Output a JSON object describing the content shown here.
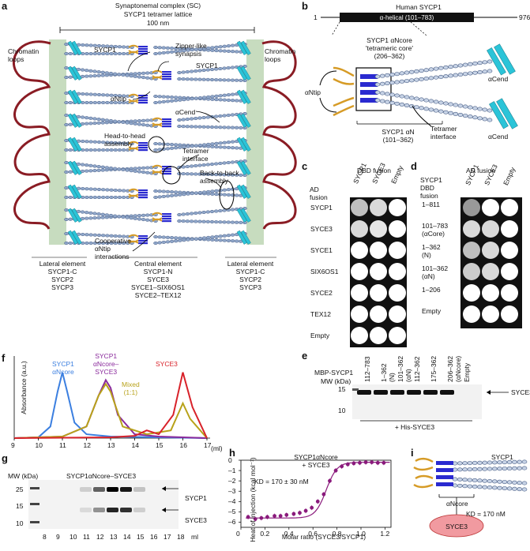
{
  "panels": {
    "a": "a",
    "b": "b",
    "c": "c",
    "d": "d",
    "e": "e",
    "f": "f",
    "g": "g",
    "h": "h",
    "i": "i"
  },
  "a": {
    "title1": "Synaptonemal complex (SC)",
    "title2": "SYCP1 tetramer lattice",
    "scale": "100 nm",
    "chromatin_left": "Chromatin\nloops",
    "chromatin_right": "Chromatin\nloops",
    "sycp1_a": "SYCP1",
    "sycp1_b": "SYCP1",
    "zipper": "Zipper-like\nsynapsis",
    "antip": "αNtip",
    "acend": "αCend",
    "h2h": "Head-to-head\nassembly",
    "tetramer": "Tetramer\ninterface",
    "b2b": "Back-to-back\nassembly",
    "coop": "Cooperative\nαNtip\ninteractions",
    "lateral_left": [
      "Lateral element",
      "SYCP1-C",
      "SYCP2",
      "SYCP3"
    ],
    "central": [
      "Central element",
      "SYCP1-N",
      "SYCE3",
      "SYCE1–SIX6OS1",
      "SYCE2–TEX12"
    ],
    "lateral_right": [
      "Lateral element",
      "SYCP1-C",
      "SYCP2",
      "SYCP3"
    ]
  },
  "b": {
    "title": "Human SYCP1",
    "start": "1",
    "end": "976",
    "helix": "α-helical (101–783)",
    "core": "SYCP1 αNcore\n'tetrameric core'\n(206–362)",
    "antip": "αNtip",
    "acend1": "αCend",
    "acend2": "αCend",
    "tetramer": "Tetramer\ninterface",
    "an": "SYCP1 αN\n(101–362)"
  },
  "c": {
    "header": "DBD fusion",
    "rowhead": "AD\nfusion",
    "cols": [
      "SYCP1",
      "SYCE3",
      "Empty"
    ],
    "rows": [
      "SYCP1",
      "SYCE3",
      "SYCE1",
      "SIX6OS1",
      "SYCE2",
      "TEX12",
      "Empty"
    ]
  },
  "d": {
    "header": "AD fusion",
    "rowhead": "SYCP1\nDBD\nfusion",
    "cols": [
      "SYCP1",
      "SYCE3",
      "Empty"
    ],
    "rows": [
      "1–811",
      "101–783\n(αCore)",
      "1–362\n(N)",
      "101–362\n(αN)",
      "1–206",
      "Empty"
    ]
  },
  "e": {
    "ylabel1": "MBP-SYCP1",
    "ylabel2": "MW (kDa)",
    "lanes": [
      "112–783",
      "1–362\n(N)",
      "101–362\n(αN)",
      "112–362",
      "175–362",
      "206–362\n(αNcore)",
      "Empty"
    ],
    "m15": "15",
    "m10": "10",
    "band": "SYCE3",
    "bottom": "+ His-SYCE3"
  },
  "f": {
    "ylabel": "Absorbance (a.u.)",
    "xunit": "(ml)",
    "xticks": [
      "9",
      "10",
      "11",
      "12",
      "13",
      "14",
      "15",
      "16",
      "17"
    ],
    "legend": [
      {
        "name": "SYCP1\nαNcore",
        "color": "#3b7fe0"
      },
      {
        "name": "SYCP1\nαNcore–\nSYCE3",
        "color": "#8a2a9c"
      },
      {
        "name": "Mixed\n(1:1)",
        "color": "#b8a21a"
      },
      {
        "name": "SYCE3",
        "color": "#d8222a"
      }
    ]
  },
  "g": {
    "mw": "MW (kDa)",
    "title": "SYCP1αNcore–SYCE3",
    "m25": "25",
    "m15": "15",
    "m10": "10",
    "band1": "SYCP1",
    "band2": "SYCE3",
    "xticks": [
      "8",
      "9",
      "10",
      "11",
      "12",
      "13",
      "14",
      "15",
      "16",
      "17",
      "18"
    ],
    "xunit": "ml"
  },
  "h": {
    "title": "SYCP1αNcore\n+ SYCE3",
    "kd": "KD = 170 ± 30 nM",
    "ylabel": "Heat of injection (kcal mol⁻¹)",
    "xlabel": "Molar ratio (SYCE3/SYCP1)",
    "yticks": [
      "0",
      "–1",
      "–2",
      "–3",
      "–4",
      "–5",
      "–6"
    ],
    "xticks": [
      "0",
      "0.2",
      "0.4",
      "0.6",
      "0.8",
      "1.0",
      "1.2"
    ]
  },
  "i": {
    "sycp1": "SYCP1",
    "ancore": "αNcore",
    "kd": "KD = 170 nM",
    "syce3": "SYCE3"
  },
  "chart_data": [
    {
      "type": "line",
      "panel": "f",
      "ylabel": "Absorbance (a.u.)",
      "xlabel": "(ml)",
      "xlim": [
        9,
        17
      ],
      "series": [
        {
          "name": "SYCP1 αNcore",
          "color": "#3b7fe0",
          "x": [
            9,
            10,
            10.5,
            10.8,
            11,
            11.2,
            11.5,
            12,
            13,
            15,
            17
          ],
          "values": [
            0,
            0.01,
            0.15,
            0.6,
            0.85,
            0.6,
            0.2,
            0.05,
            0.02,
            0.01,
            0
          ]
        },
        {
          "name": "SYCP1 αNcore–SYCE3",
          "color": "#8a2a9c",
          "x": [
            9,
            11,
            12,
            12.5,
            12.8,
            13,
            13.3,
            14,
            15,
            17
          ],
          "values": [
            0,
            0.02,
            0.15,
            0.55,
            0.75,
            0.65,
            0.3,
            0.05,
            0.02,
            0
          ]
        },
        {
          "name": "Mixed (1:1)",
          "color": "#b8a21a",
          "x": [
            9,
            11,
            12,
            12.5,
            12.8,
            13,
            13.5,
            14.5,
            15.5,
            16,
            16.3,
            17
          ],
          "values": [
            0,
            0.02,
            0.15,
            0.55,
            0.7,
            0.6,
            0.15,
            0.05,
            0.1,
            0.45,
            0.25,
            0
          ]
        },
        {
          "name": "SYCE3",
          "color": "#d8222a",
          "x": [
            9,
            13,
            14,
            14.5,
            15,
            15.6,
            16,
            16.4,
            17
          ],
          "values": [
            0,
            0.01,
            0.03,
            0.1,
            0.05,
            0.3,
            0.85,
            0.4,
            0
          ]
        }
      ]
    },
    {
      "type": "scatter",
      "panel": "h",
      "xlabel": "Molar ratio (SYCE3/SYCP1)",
      "ylabel": "Heat of injection (kcal mol⁻¹)",
      "xlim": [
        0,
        1.25
      ],
      "ylim": [
        -6.5,
        0
      ],
      "x": [
        0.06,
        0.12,
        0.17,
        0.22,
        0.28,
        0.33,
        0.38,
        0.44,
        0.49,
        0.54,
        0.59,
        0.64,
        0.69,
        0.74,
        0.79,
        0.84,
        0.89,
        0.94,
        0.99,
        1.04,
        1.09,
        1.14,
        1.19
      ],
      "values": [
        -5.5,
        -5.7,
        -5.6,
        -5.5,
        -5.4,
        -5.4,
        -5.3,
        -5.2,
        -5.1,
        -4.9,
        -4.6,
        -4.0,
        -3.3,
        -2.0,
        -1.0,
        -0.6,
        -0.4,
        -0.3,
        -0.25,
        -0.2,
        -0.2,
        -0.25,
        -0.25
      ]
    }
  ]
}
